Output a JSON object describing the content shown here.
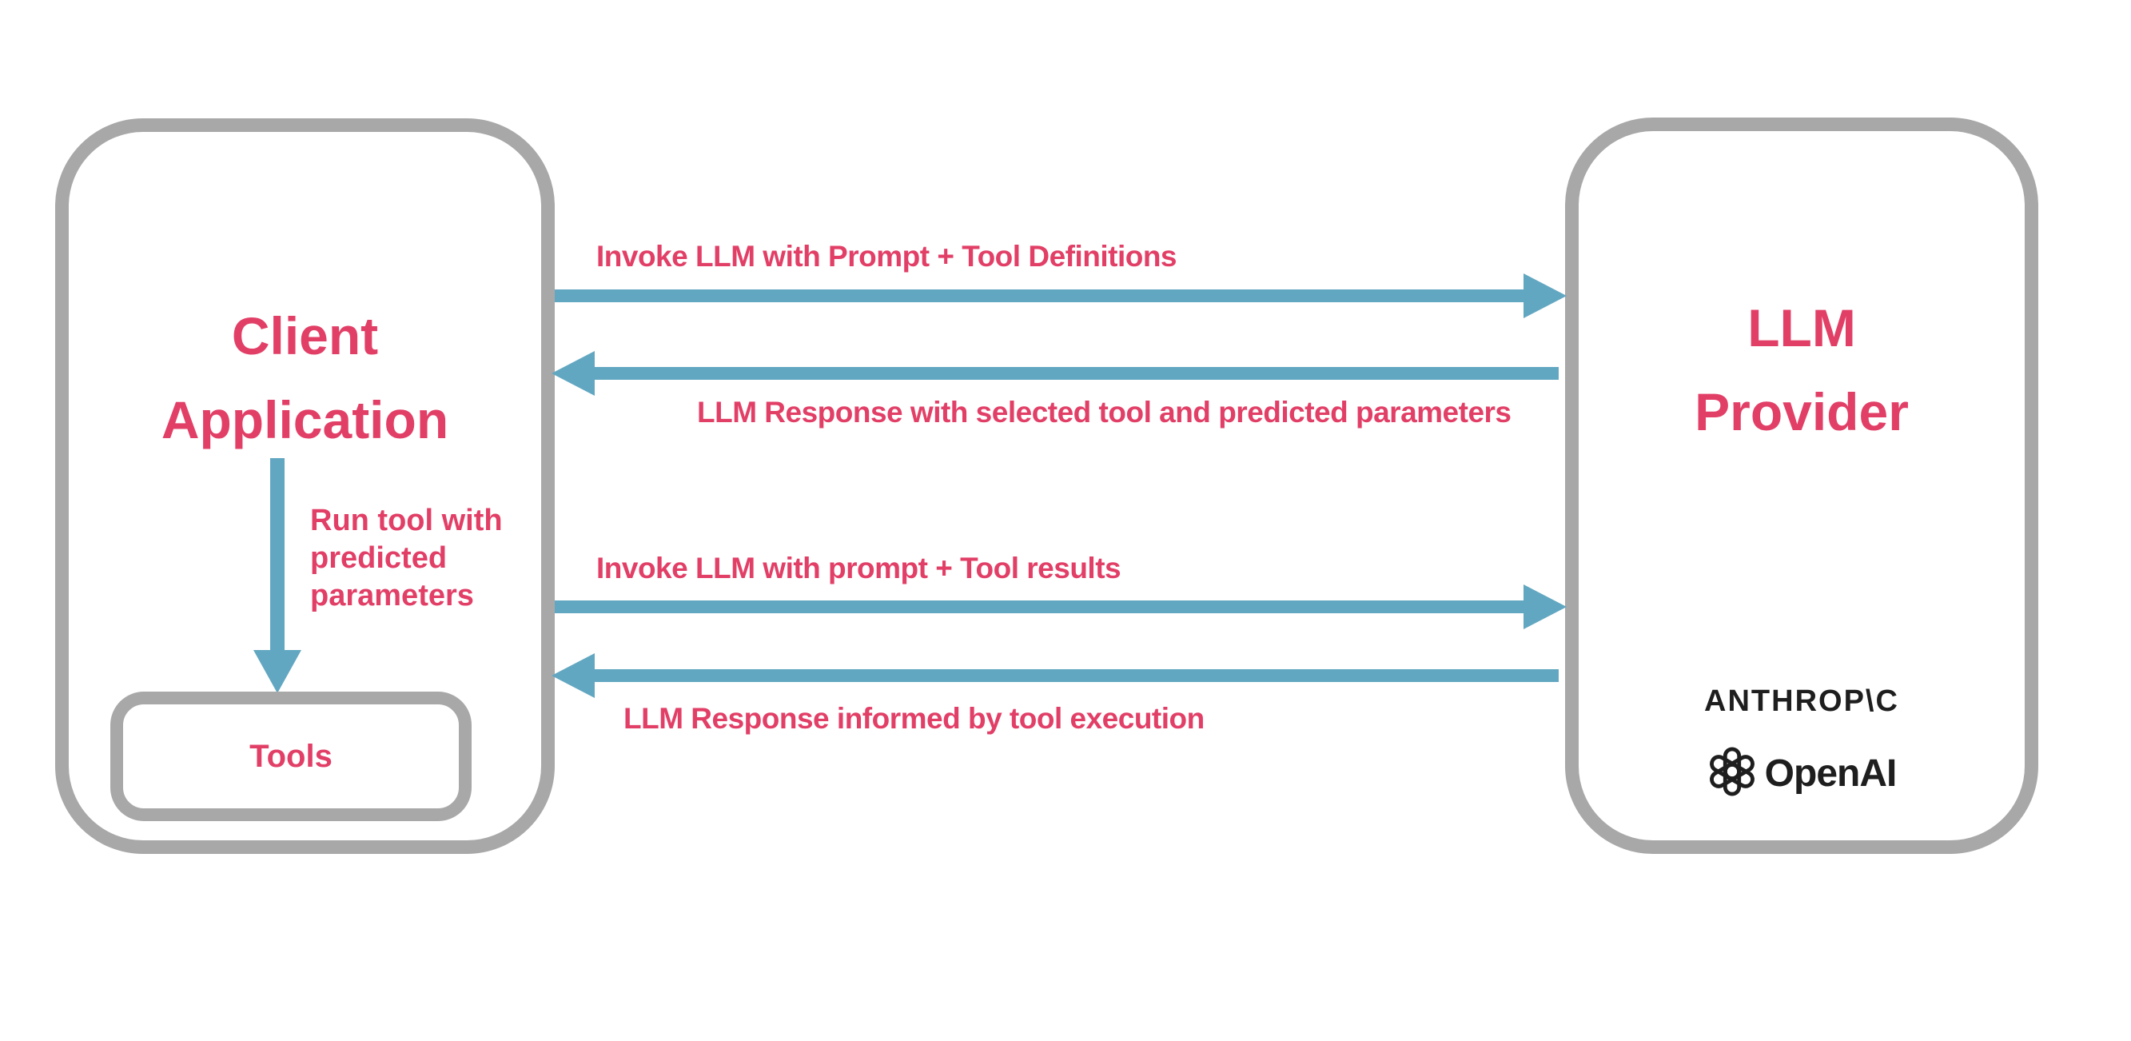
{
  "palette": {
    "pink": "#e23f67",
    "blue": "#62a7c1",
    "box_border_gray": "#a8a8a8",
    "logo_black": "#1e1e1e",
    "background": "#ffffff"
  },
  "client_box": {
    "title_line1": "Client",
    "title_line2": "Application",
    "tools_label": "Tools",
    "run_tool_label": {
      "full_text": "Run tool with predicted parameters",
      "lines": [
        "Run tool with",
        "predicted",
        "parameters"
      ]
    }
  },
  "provider_box": {
    "title_line1": "LLM",
    "title_line2": "Provider",
    "anthropic_logo_text": "ANTHROP\\C",
    "openai_logo_text": "OpenAI"
  },
  "arrows": [
    {
      "direction": "right",
      "label": "Invoke LLM with Prompt + Tool Definitions"
    },
    {
      "direction": "left",
      "label": "LLM Response with selected tool and predicted parameters"
    },
    {
      "direction": "right",
      "label": "Invoke LLM with prompt + Tool results"
    },
    {
      "direction": "left",
      "label": "LLM Response informed by tool execution"
    }
  ]
}
